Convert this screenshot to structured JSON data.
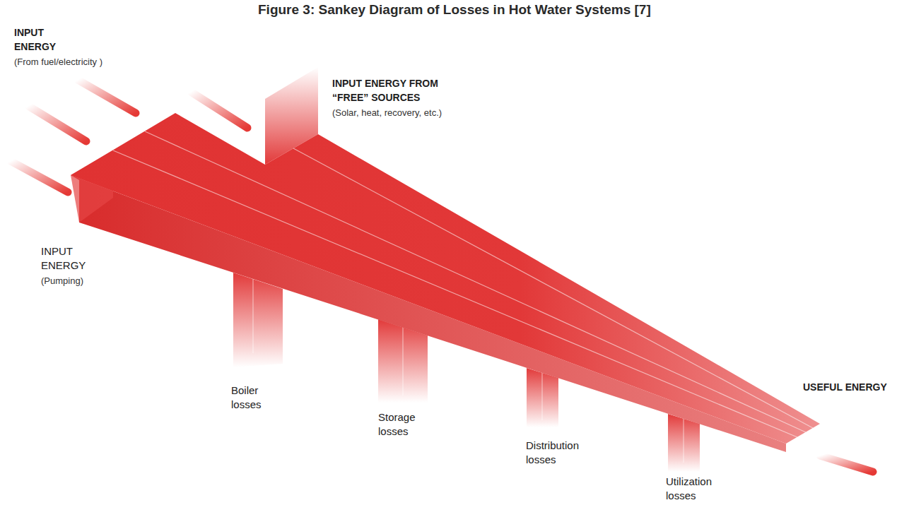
{
  "diagram": {
    "title": "Figure 3: Sankey Diagram of Losses in Hot Water Systems [7]",
    "labels": [
      "INPUT ENERGY",
      "(From fuel/electricity )",
      "INPUT ENERGY FROM “FREE” SOURCES",
      "(Solar, heat, recovery, etc.)",
      "INPUT ENERGY",
      "(Pumping)",
      "Boiler losses",
      "Storage losses",
      "Distribution losses",
      "Utilization losses",
      "USEFUL ENERGY"
    ]
  }
}
